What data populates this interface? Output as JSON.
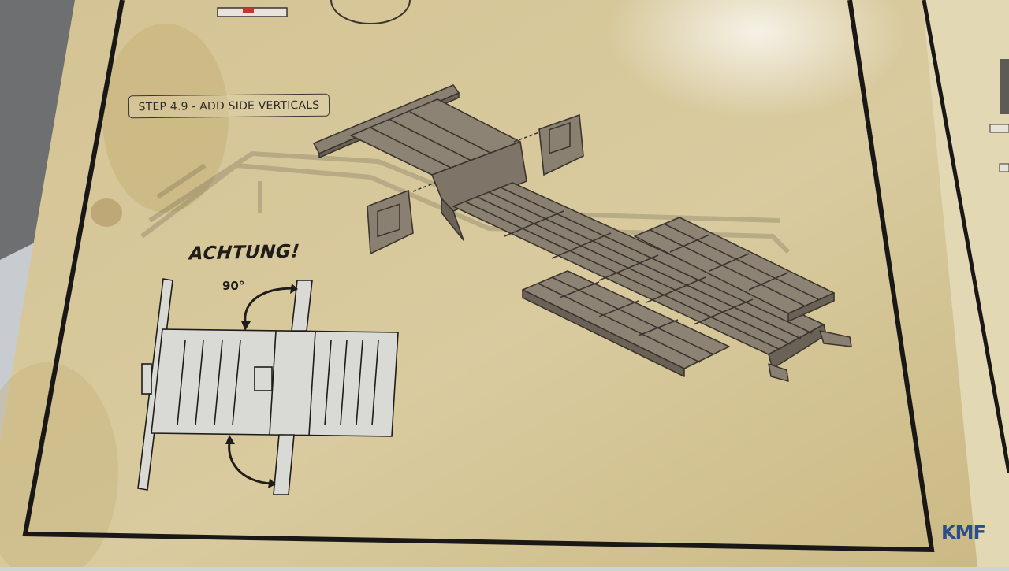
{
  "step": {
    "label": "STEP 4.9 - ADD SIDE VERTICALS"
  },
  "warning": {
    "title": "ACHTUNG!",
    "angle": "90°"
  },
  "colors": {
    "paper": "#d8c99a",
    "paper_dark": "#c9b57e",
    "frame": "#1a1816",
    "part_fill": "#8a8072",
    "part_line": "#3b352e",
    "plan_fill": "#d9d9d6",
    "logo": "#2a4e8a"
  },
  "logo": {
    "text": "KMF"
  }
}
